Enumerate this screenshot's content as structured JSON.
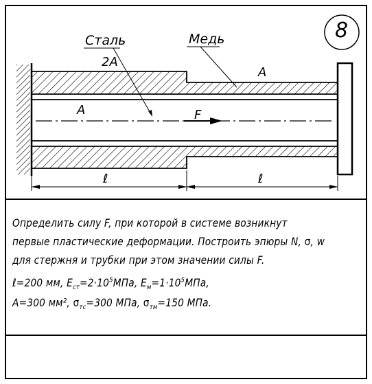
{
  "problem_number": "8",
  "labels": {
    "steel": "Сталь",
    "copper": "Медь",
    "area_2a": "2A",
    "area_a_tube": "A",
    "area_a_rod": "A",
    "force": "F",
    "length_left": "ℓ",
    "length_right": "ℓ"
  },
  "task": {
    "line1": "Определить силу F, при которой в системе возникнут",
    "line2_pre": "первые пластические деформации. Построить эпюры N, ",
    "line2_sigma": "σ",
    "line2_post": ", w",
    "line3": "для стержня и трубки при этом значении силы F."
  },
  "params": {
    "p1": "ℓ=200 мм,",
    "p2_e": "E",
    "p2_sub": "ст",
    "p2_val": "=2·10",
    "p2_sup": "5",
    "p2_unit": "МПа,",
    "p3_e": "E",
    "p3_sub": "м",
    "p3_val": "=1·10",
    "p3_sup": "5",
    "p3_unit": "МПа,",
    "p4": "A=300 мм²,",
    "p5_s": "σ",
    "p5_sub": "тс",
    "p5_val": "=300 МПа,",
    "p6_s": "σ",
    "p6_sub": "тм",
    "p6_val": "=150 МПа."
  }
}
